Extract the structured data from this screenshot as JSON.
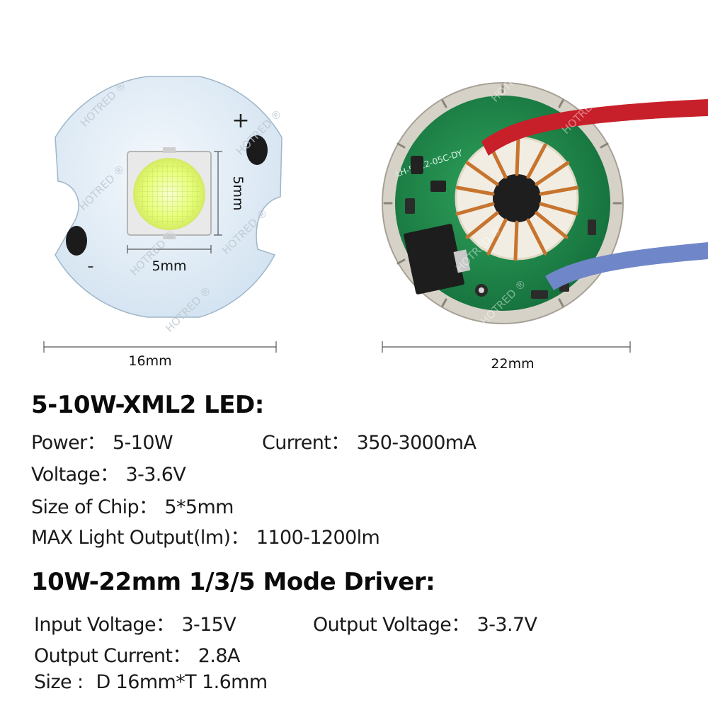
{
  "figures": {
    "led": {
      "plus_sign": "+",
      "minus_sign": "-",
      "chip_width_label": "5mm",
      "chip_height_label": "5mm",
      "board_width_label": "16mm"
    },
    "driver": {
      "board_width_label": "22mm",
      "silkscreen_text": "LH-5022-05C-DY",
      "wire_colors": {
        "positive": "#c8202a",
        "negative": "#6f86c8"
      }
    },
    "watermark": "HOTRED ®"
  },
  "led_specs": {
    "heading": "5-10W-XML2 LED:",
    "power": {
      "label": "Power：",
      "value": "5-10W"
    },
    "current": {
      "label": "Current：",
      "value": "350-3000mA"
    },
    "voltage": {
      "label": "Voltage：",
      "value": "3-3.6V"
    },
    "chip_size": {
      "label": "Size of Chip：",
      "value": "5*5mm"
    },
    "light_output": {
      "label": "MAX Light Output(lm)：",
      "value": "1100-1200lm"
    }
  },
  "driver_specs": {
    "heading": "10W-22mm 1/3/5 Mode Driver:",
    "input_voltage": {
      "label": "Input Voltage：",
      "value": "3-15V"
    },
    "output_voltage": {
      "label": "Output Voltage：",
      "value": "3-3.7V"
    },
    "output_current": {
      "label": "Output Current：",
      "value": "2.8A"
    },
    "size": {
      "label": "Size : ",
      "value": "D 16mm*T 1.6mm"
    }
  },
  "colors": {
    "board_fill": "#dceaf6",
    "board_edge": "#9fb6c8",
    "pcb_green": "#1f8a4c",
    "copper": "#c7742e",
    "text": "#111111"
  }
}
